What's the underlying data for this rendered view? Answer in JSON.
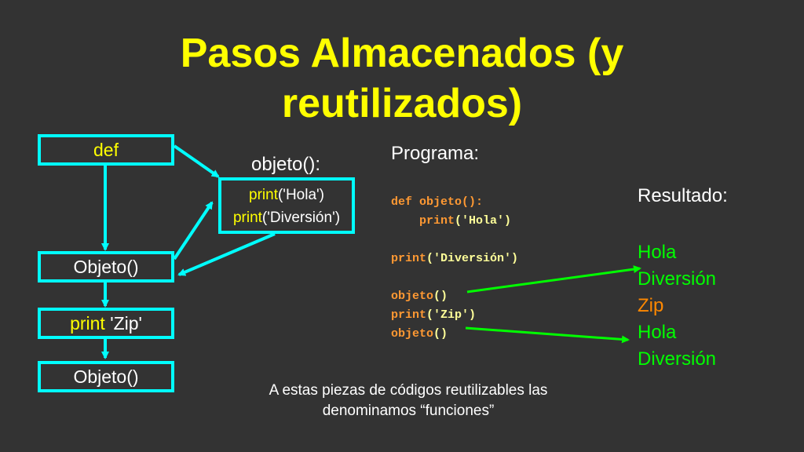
{
  "title": {
    "line1": "Pasos Almacenados (y",
    "line2": "reutilizados)"
  },
  "flow": {
    "def_box": "def",
    "objeto_box_1": "Objeto()",
    "print_zip_keyword": "print",
    "print_zip_arg": " 'Zip'",
    "objeto_box_2": "Objeto()"
  },
  "function_def": {
    "header": "objeto():",
    "line1_kw": "print",
    "line1_arg": "('Hola')",
    "line2_kw": "print",
    "line2_arg": "('Diversión')"
  },
  "program": {
    "label": "Programa:",
    "code": [
      {
        "kw": "def ",
        "rest": "objeto():"
      },
      {
        "kw": "    print",
        "rest": "('Hola')"
      },
      {
        "kw": "print",
        "rest": "('Diversión')"
      },
      {
        "kw": "objeto",
        "rest": "()"
      },
      {
        "kw": "print",
        "rest": "('Zip')"
      },
      {
        "kw": "objeto",
        "rest": "()"
      }
    ]
  },
  "result": {
    "label": "Resultado:",
    "lines": [
      "Hola",
      "Diversión",
      "Zip",
      "Hola",
      "Diversión"
    ]
  },
  "caption": {
    "line1": "A estas piezas de códigos reutilizables las",
    "line2": "denominamos “funciones”"
  },
  "colors": {
    "background": "#333333",
    "title": "#ffff00",
    "box_border": "#00ffff",
    "output_green": "#00ff00",
    "output_orange": "#ff8800",
    "code_orange": "#ff9933",
    "code_yellow": "#ffff99"
  }
}
